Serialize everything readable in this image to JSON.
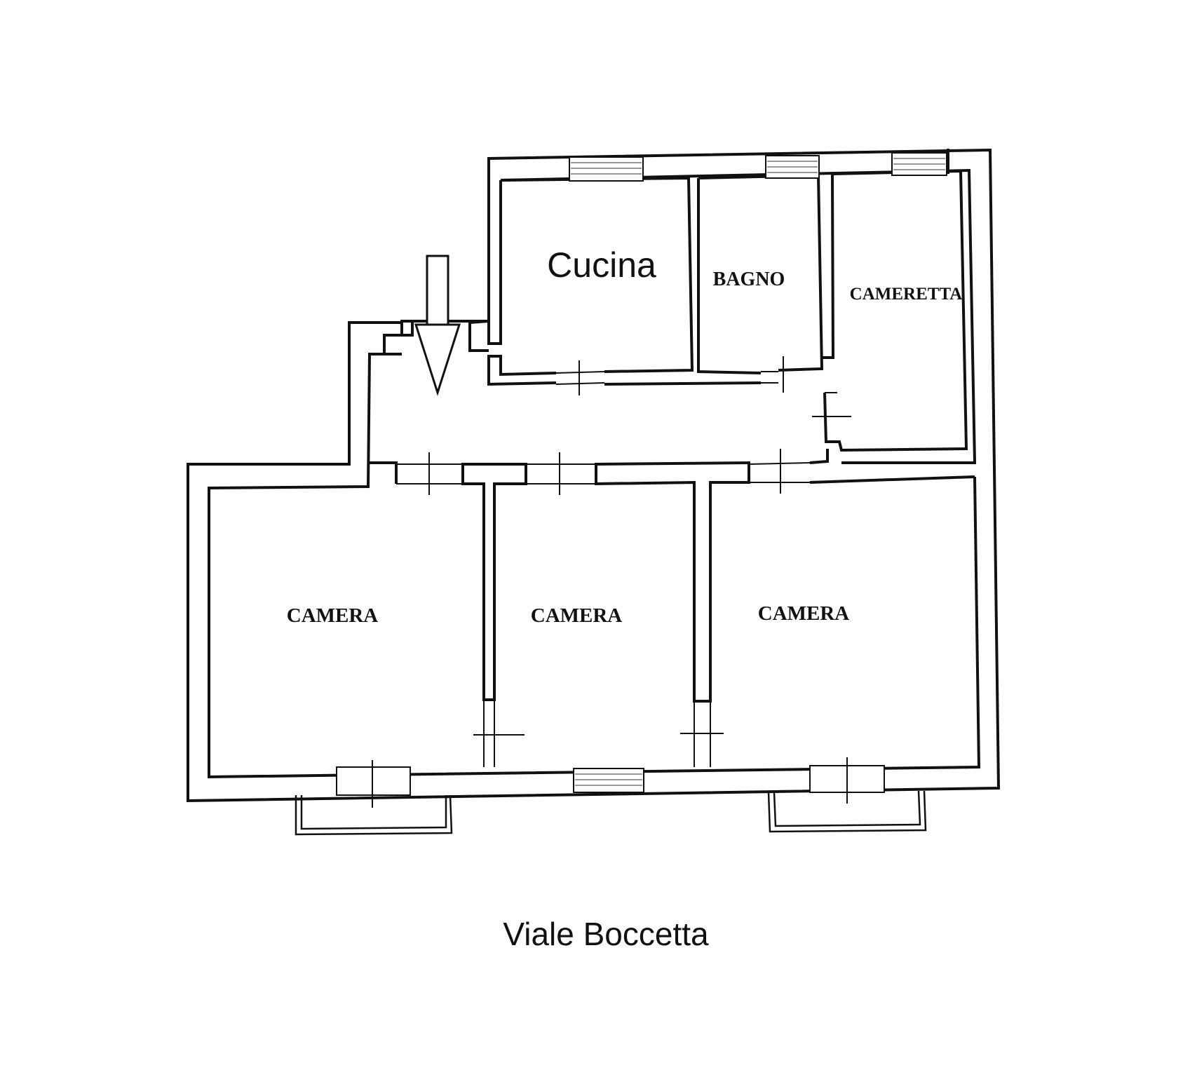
{
  "plan": {
    "rooms": {
      "kitchen": "Cucina",
      "bathroom": "BAGNO",
      "small_bedroom": "CAMERETTA",
      "bedroom_left": "CAMERA",
      "bedroom_center": "CAMERA",
      "bedroom_right": "CAMERA"
    },
    "street": "Viale Boccetta",
    "entrance_marker": "arrow-down-icon"
  }
}
